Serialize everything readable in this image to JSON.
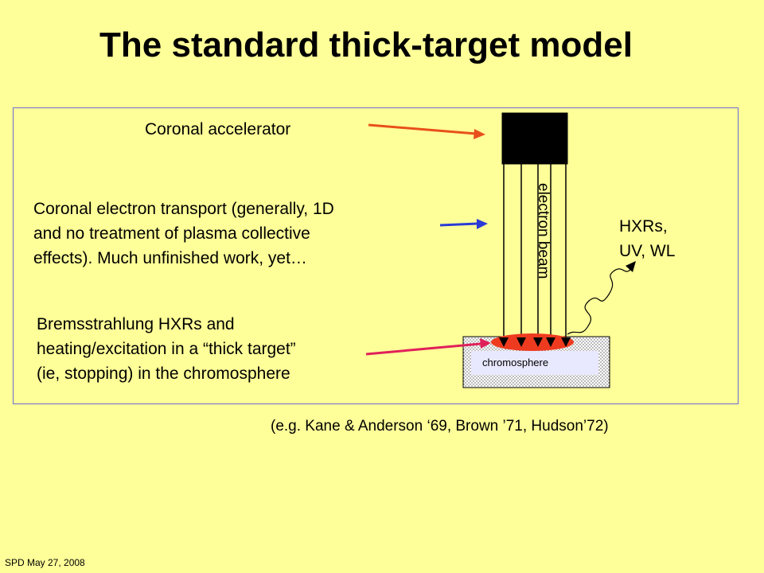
{
  "title": "The standard thick-target model",
  "labels": {
    "accelerator": "Coronal accelerator",
    "transport_1": "Coronal electron transport (generally, 1D",
    "transport_2": "and no treatment of plasma collective",
    "transport_3": "effects). Much unfinished work, yet…",
    "brems_1": "Bremsstrahlung HXRs and",
    "brems_2": "heating/excitation in a “thick target”",
    "brems_3": "(ie, stopping) in the chromosphere",
    "emission_1": "HXRs,",
    "emission_2": "UV, WL",
    "electron_beam": "electron beam",
    "chromosphere": "chromosphere"
  },
  "citation": "(e.g. Kane & Anderson ‘69, Brown ’71, Hudson’72)",
  "footer": "SPD May 27,  2008",
  "colors": {
    "background": "#ffff99",
    "accelerator_arrow": "#e8501a",
    "transport_arrow": "#2b3bd6",
    "brems_arrow": "#e0205a",
    "footpoint": "#ee3b1f",
    "chromosphere_panel": "#e8e8ff",
    "frame": "#6b6bd6"
  }
}
